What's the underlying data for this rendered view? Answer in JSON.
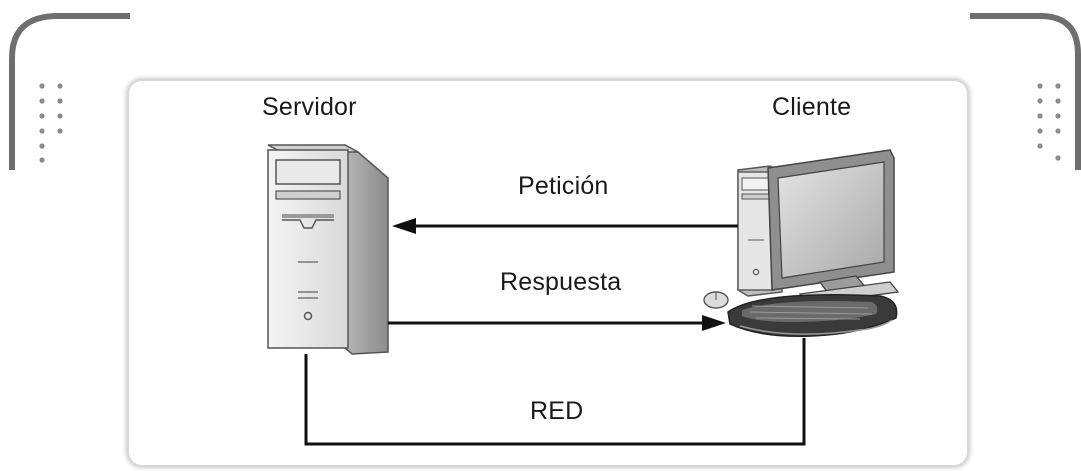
{
  "diagram": {
    "server_label": "Servidor",
    "client_label": "Cliente",
    "request_label": "Petición",
    "response_label": "Respuesta",
    "network_label": "RED"
  },
  "colors": {
    "line": "#111111",
    "panel_border": "#c9c9c9",
    "frame": "#6e6e6e",
    "dots": "#8a8a8a",
    "tower_light": "#f2f2f2",
    "tower_shade": "#a9a9a9",
    "screen": "#bdbdbd"
  },
  "icons": [
    "server-tower-icon",
    "client-computer-icon",
    "mouse-icon",
    "keyboard-icon"
  ]
}
